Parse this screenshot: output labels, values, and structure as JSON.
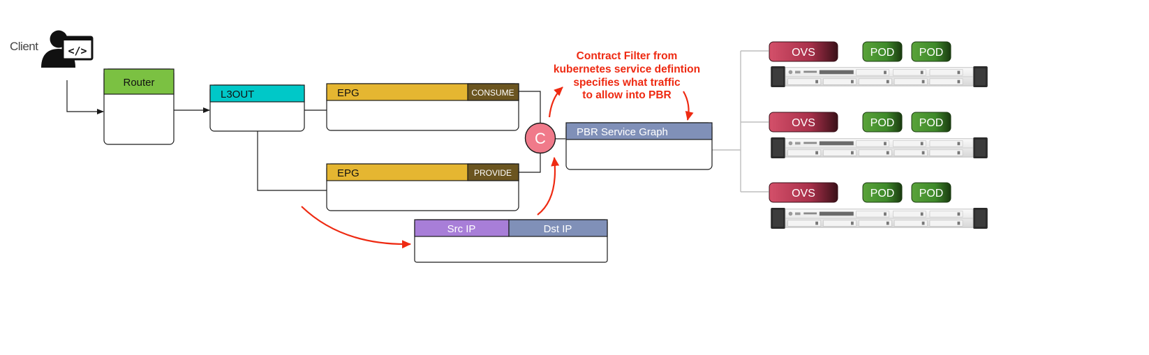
{
  "client": {
    "label": "Client",
    "icon": "developer-person-icon"
  },
  "router": {
    "label": "Router",
    "color": "#7bc142"
  },
  "l3out": {
    "label": "L3OUT",
    "color": "#00c8c8"
  },
  "epg_consume": {
    "label": "EPG",
    "tag": "CONSUME",
    "color": "#e5b631",
    "tag_color": "#6b5520"
  },
  "epg_provide": {
    "label": "EPG",
    "tag": "PROVIDE",
    "color": "#e5b631",
    "tag_color": "#6b5520"
  },
  "contract": {
    "label": "C",
    "color": "#f07a8a"
  },
  "pbr": {
    "label": "PBR Service Graph",
    "color": "#8090b8"
  },
  "filter": {
    "src_label": "Src IP",
    "dst_label": "Dst IP",
    "src_color": "#a87ed8",
    "dst_color": "#8090b8"
  },
  "annotation": {
    "lines": [
      "Contract Filter from",
      "kubernetes service defintion",
      "specifies what traffic",
      "to allow into PBR"
    ],
    "color": "#ee2a12"
  },
  "servers": [
    {
      "ovs": "OVS",
      "pods": [
        "POD",
        "POD"
      ]
    },
    {
      "ovs": "OVS",
      "pods": [
        "POD",
        "POD"
      ]
    },
    {
      "ovs": "OVS",
      "pods": [
        "POD",
        "POD"
      ]
    }
  ],
  "colors": {
    "ovs": "#c23a52",
    "pod": "#3e8a2a",
    "line": "#1a1a1a",
    "gray_line": "#bdbdbd"
  }
}
